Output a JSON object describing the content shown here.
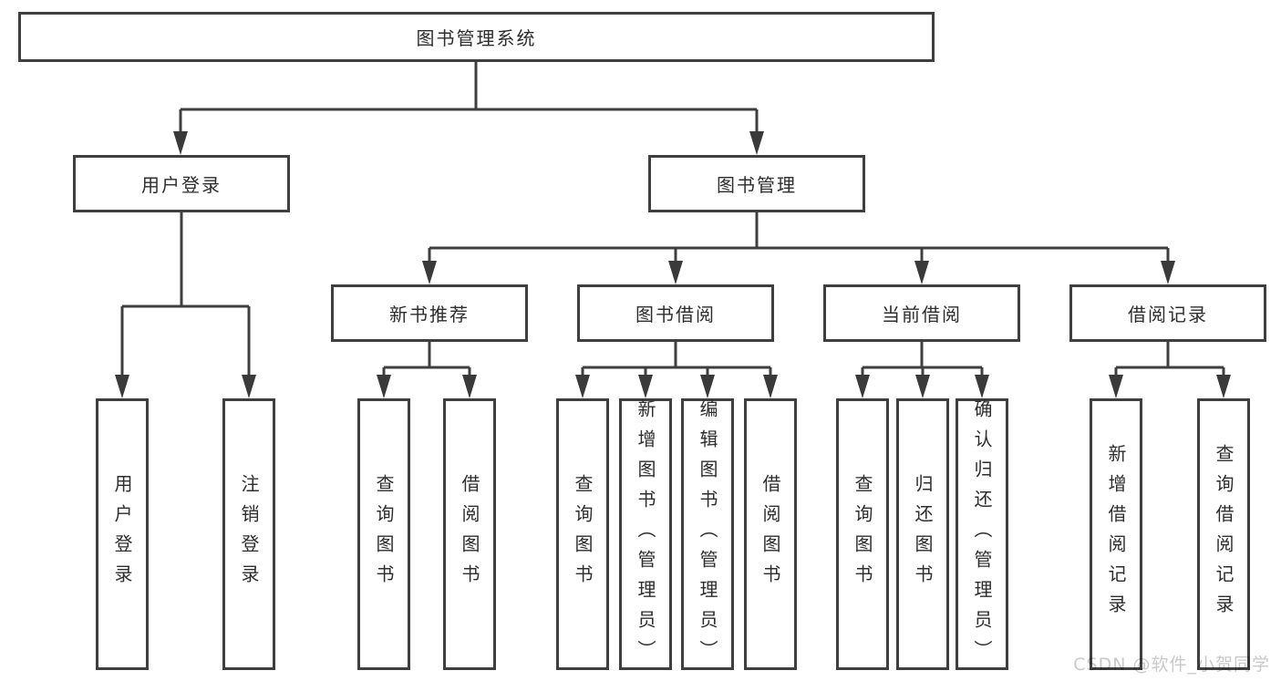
{
  "tree": {
    "root": {
      "label": "图书管理系统"
    },
    "branches": [
      {
        "label": "用户登录",
        "children": [
          {
            "label": "用户登录"
          },
          {
            "label": "注销登录"
          }
        ]
      },
      {
        "label": "图书管理",
        "groups": [
          {
            "label": "新书推荐",
            "children": [
              {
                "label": "查询图书"
              },
              {
                "label": "借阅图书"
              }
            ]
          },
          {
            "label": "图书借阅",
            "children": [
              {
                "label": "查询图书"
              },
              {
                "label": "新增图书（管理员）"
              },
              {
                "label": "编辑图书（管理员）"
              },
              {
                "label": "借阅图书"
              }
            ]
          },
          {
            "label": "当前借阅",
            "children": [
              {
                "label": "查询图书"
              },
              {
                "label": "归还图书"
              },
              {
                "label": "确认归还（管理员）"
              }
            ]
          },
          {
            "label": "借阅记录",
            "children": [
              {
                "label": "新增借阅记录"
              },
              {
                "label": "查询借阅记录"
              }
            ]
          }
        ]
      }
    ]
  },
  "watermark": {
    "text": "CSDN @软件_小贺同学"
  },
  "colors": {
    "line": "#3f3f3f",
    "border": "#3f3f3f",
    "text": "#2d2d2d",
    "watermark": "#c9c9c9",
    "background": "#ffffff"
  }
}
